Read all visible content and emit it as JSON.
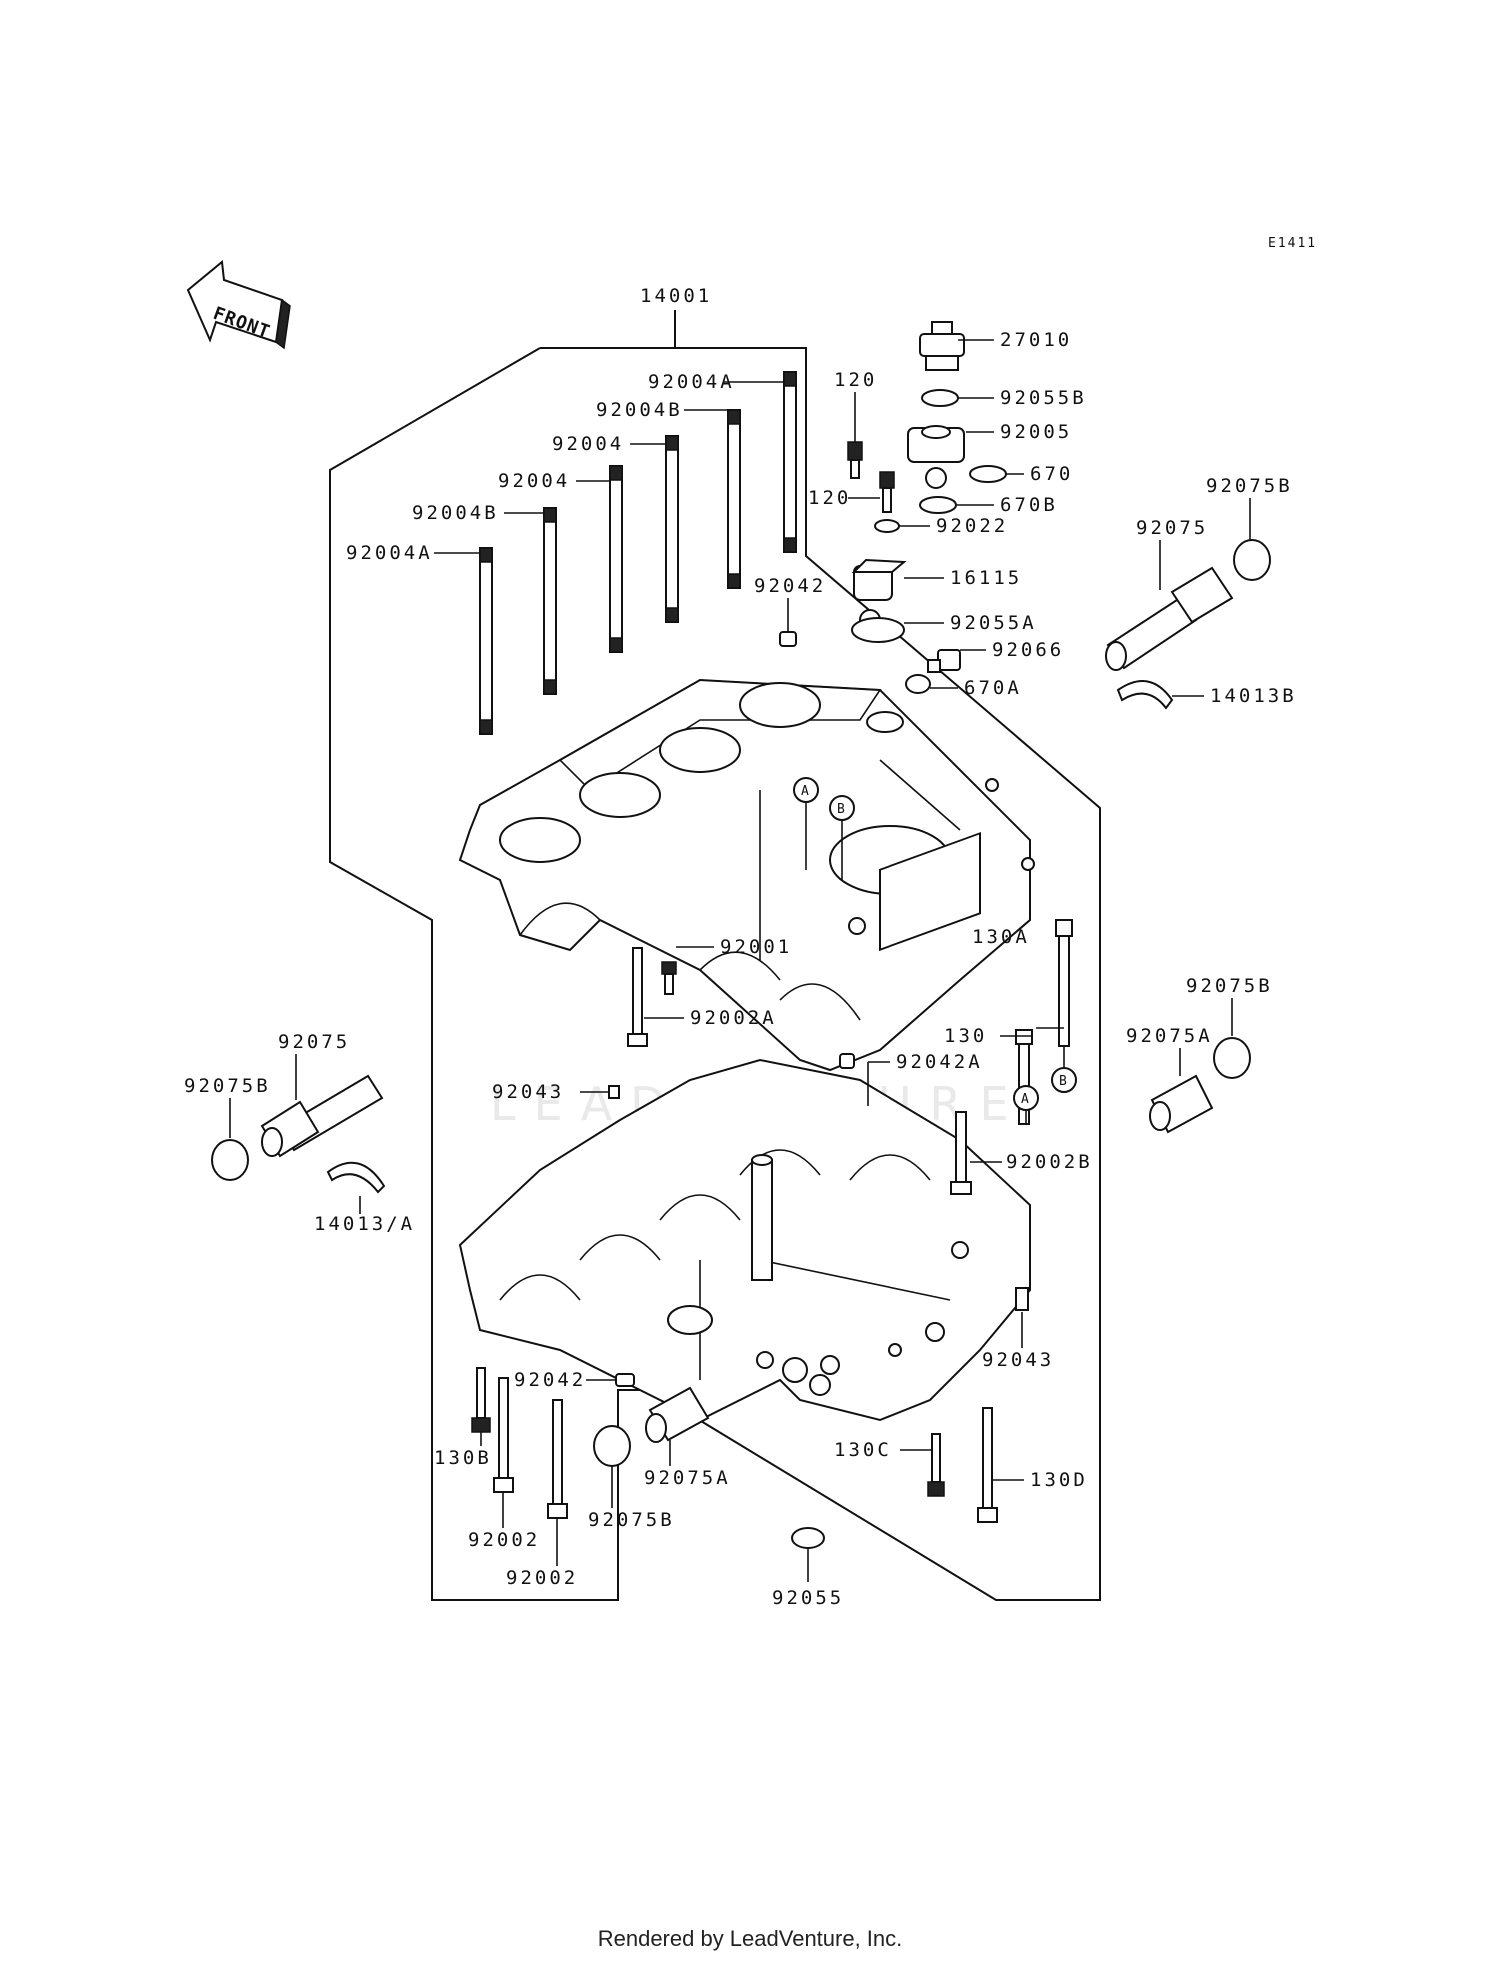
{
  "diagram_code": "E1411",
  "front_label": "FRONT",
  "watermark": "LEADVENTURE",
  "footer": "Rendered by LeadVenture, Inc.",
  "markers": {
    "a": "A",
    "b": "B"
  },
  "labels": {
    "p14001": "14001",
    "p27010": "27010",
    "p92055b": "92055B",
    "p92005": "92005",
    "p670": "670",
    "p670b": "670B",
    "p92022": "92022",
    "p120_top": "120",
    "p120_mid": "120",
    "p92004a_1": "92004A",
    "p92004b_1": "92004B",
    "p92004_1": "92004",
    "p92004_2": "92004",
    "p92004b_2": "92004B",
    "p92004a_2": "92004A",
    "p92042_top": "92042",
    "p16115": "16115",
    "p92055a": "92055A",
    "p92066": "92066",
    "p670a": "670A",
    "p92075b_r1": "92075B",
    "p92075_r": "92075",
    "p14013b": "14013B",
    "p92001": "92001",
    "p92002a": "92002A",
    "p130a": "130A",
    "p130": "130",
    "p92075b_r2": "92075B",
    "p92075a_r": "92075A",
    "p92043_l": "92043",
    "p92042a": "92042A",
    "p92075_l": "92075",
    "p92075b_l": "92075B",
    "p14013a": "14013/A",
    "p92002b": "92002B",
    "p92043_r": "92043",
    "p92042_bot": "92042",
    "p130b": "130B",
    "p92002_1": "92002",
    "p92002_2": "92002",
    "p92075b_b": "92075B",
    "p92075a_b": "92075A",
    "p130c": "130C",
    "p130d": "130D",
    "p92055": "92055"
  }
}
